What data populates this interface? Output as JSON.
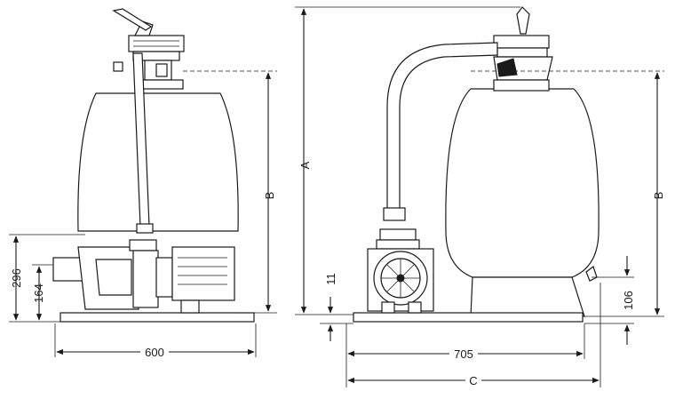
{
  "dimensions": {
    "left_height_outer": "296",
    "left_height_inner": "164",
    "left_width": "600",
    "left_tank_height": "B",
    "right_total_height": "A",
    "right_base_offset": "11",
    "right_tank_height": "B",
    "right_side_height": "106",
    "right_width_inner": "705",
    "right_width_outer": "C"
  },
  "colors": {
    "line": "#1a1a1a",
    "background": "#ffffff"
  }
}
